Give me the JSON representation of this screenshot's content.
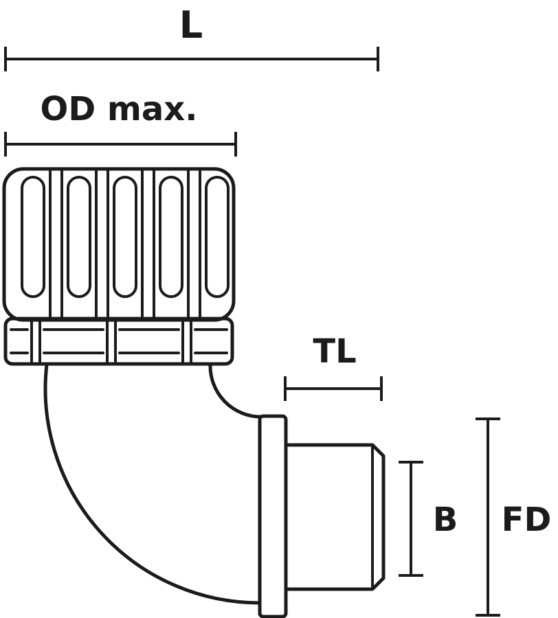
{
  "diagram": {
    "type": "technical-drawing",
    "subject": "90-degree conduit fitting elbow with ribbed swivel nut, hex nut, flange and threaded male end",
    "colors": {
      "line": "#1b1b1b",
      "background": "#ffffff"
    },
    "dimensions": {
      "length": {
        "label": "L"
      },
      "outer_diameter": {
        "label": "OD max."
      },
      "thread_length": {
        "label": "TL"
      },
      "bore": {
        "label": "B"
      },
      "flange_diameter": {
        "label": "FD"
      }
    }
  }
}
